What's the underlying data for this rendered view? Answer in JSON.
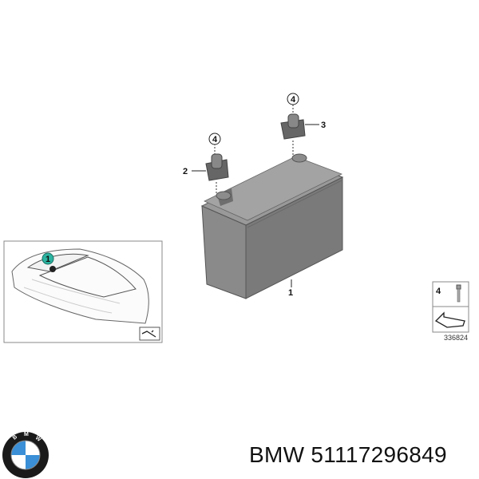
{
  "diagram": {
    "callouts": [
      {
        "number": "1",
        "part": "battery"
      },
      {
        "number": "2",
        "part": "terminal-cover-left"
      },
      {
        "number": "3",
        "part": "terminal-cover-right"
      },
      {
        "number": "4",
        "part": "screw"
      }
    ],
    "inset_callout": "1",
    "legend": {
      "number": "4",
      "reference": "336824"
    },
    "colors": {
      "battery": "#7a7a7a",
      "callout_highlight": "#2bb3a0"
    }
  },
  "footer": {
    "brand": "BMW",
    "part_number": "51117296849",
    "text": "BMW 51117296849"
  },
  "logo": {
    "text": "BMW"
  }
}
